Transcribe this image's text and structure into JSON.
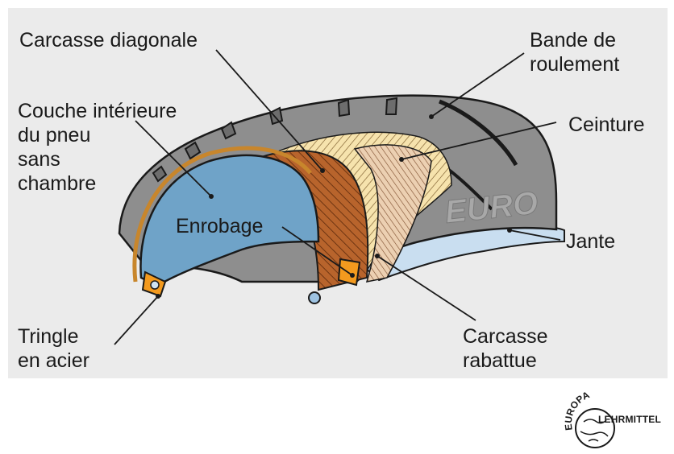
{
  "labels": {
    "carcasse_diagonale": "Carcasse diagonale",
    "bande_de_roulement": [
      "Bande de",
      "roulement"
    ],
    "couche_interieure": [
      "Couche intérieure",
      "du pneu",
      "sans",
      "chambre"
    ],
    "ceinture": "Ceinture",
    "enrobage": "Enrobage",
    "jante": "Jante",
    "tringle": [
      "Tringle",
      "en acier"
    ],
    "carcasse_rabattue": [
      "Carcasse",
      "rabattue"
    ]
  },
  "sidewall_text": "EURO",
  "logo": {
    "arc_text": "EUROPA",
    "name": "LEHRMITTEL"
  },
  "colors": {
    "background_panel": "#ebebeb",
    "tread_rubber": "#8e8e8e",
    "inner_liner": "#6fa3c8",
    "diagonal_carcass": "#b8642c",
    "belt": "#f3dfa8",
    "rim": "#c9def0",
    "bead_coating": "#f39a1e"
  }
}
